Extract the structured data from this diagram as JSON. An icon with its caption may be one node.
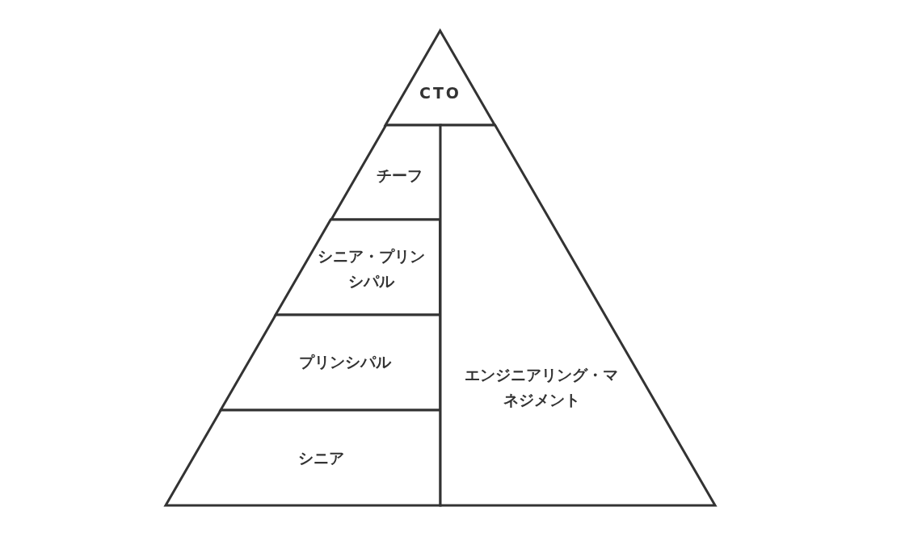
{
  "diagram": {
    "nodes": [
      {
        "text": [
          "CTO"
        ]
      },
      {
        "text": [
          "チーフ"
        ]
      },
      {
        "text": [
          "シニア・プリンシパル"
        ]
      },
      {
        "text": [
          "プリンシパル"
        ]
      },
      {
        "text": [
          "シニア"
        ]
      },
      {
        "text": [
          "エンジニアリング・マネジメント"
        ]
      }
    ]
  }
}
